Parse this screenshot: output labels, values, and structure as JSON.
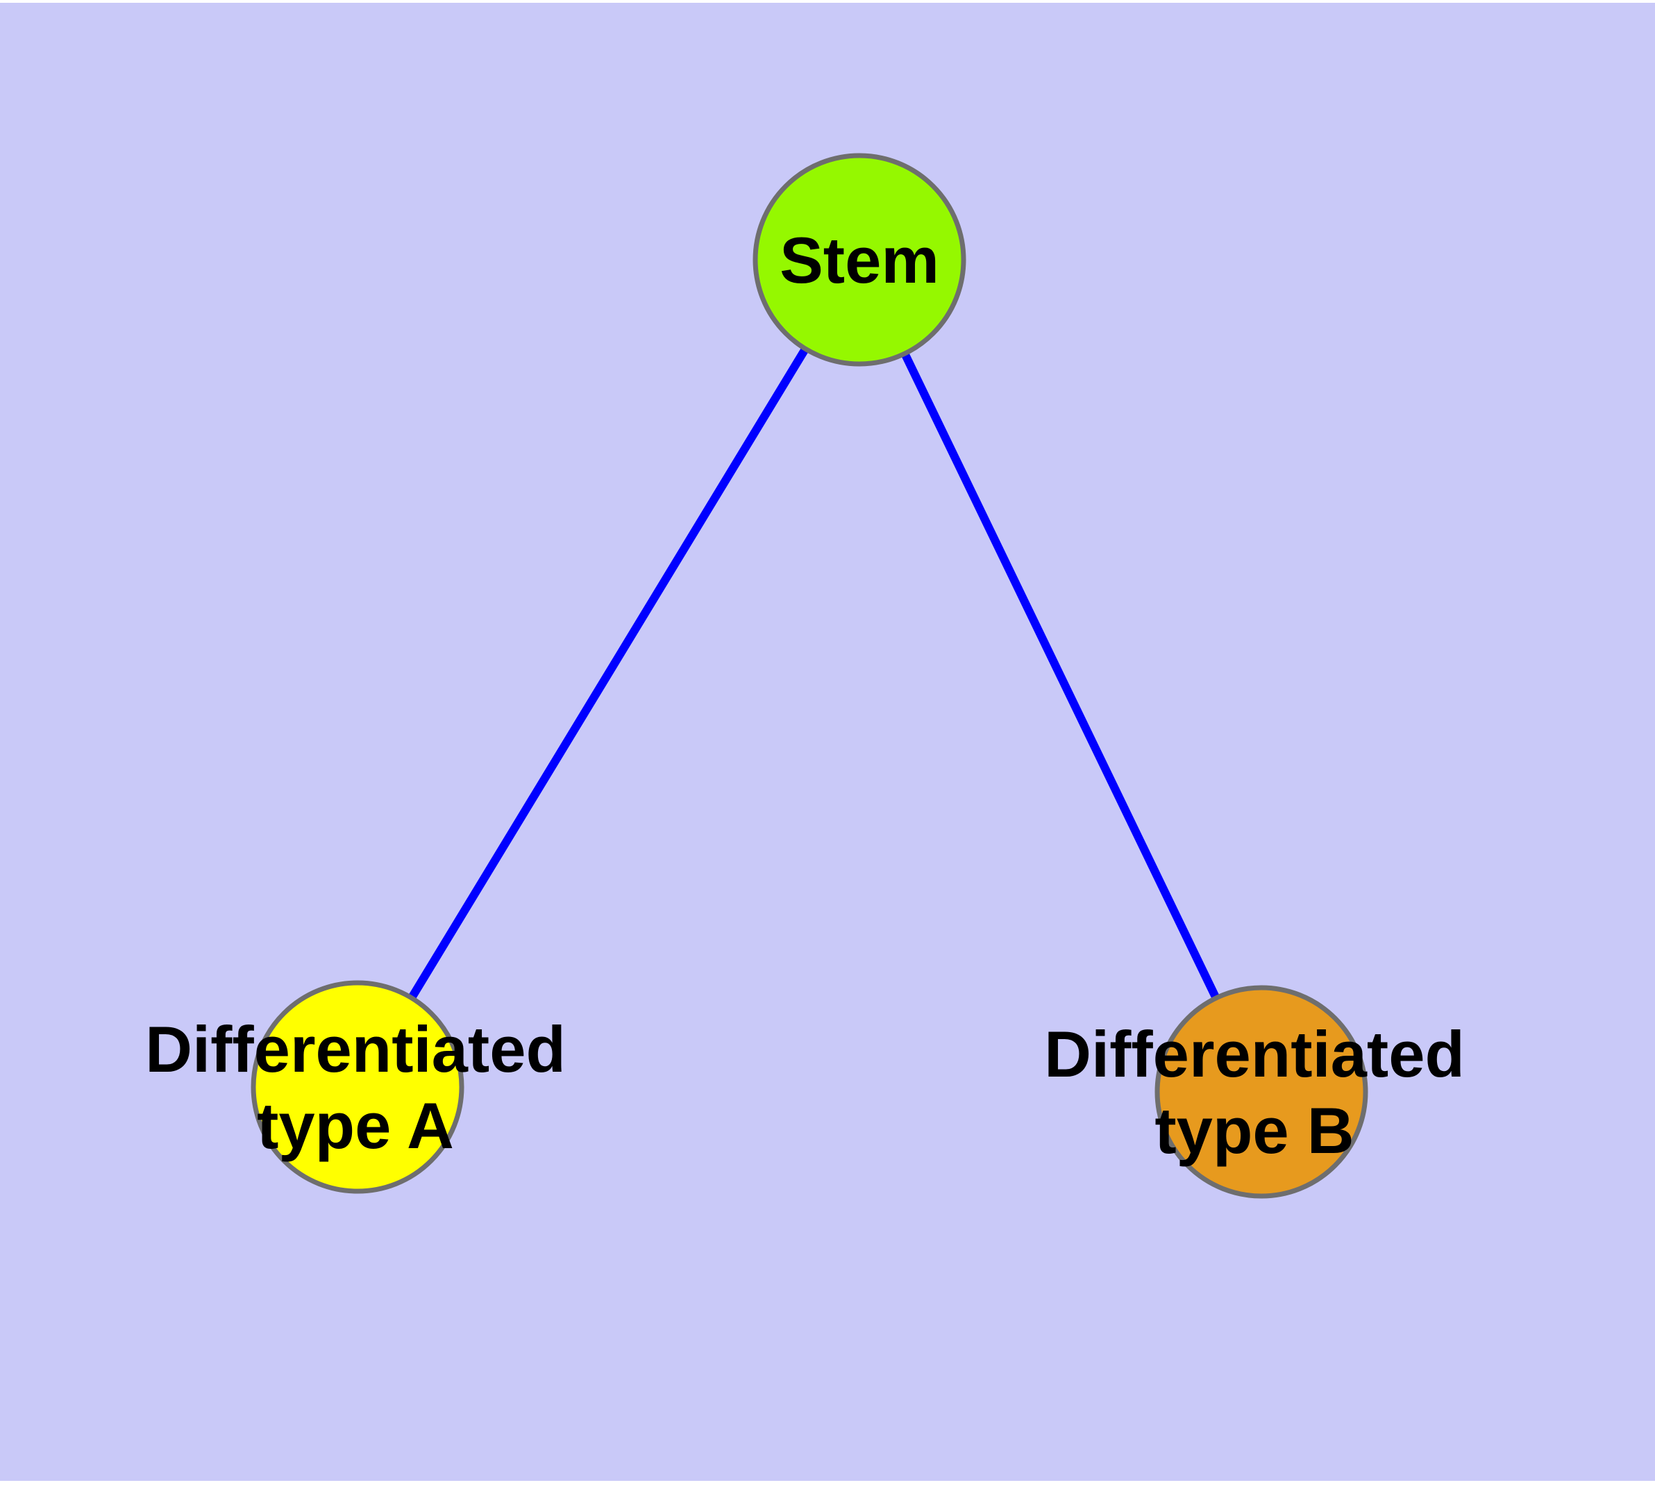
{
  "diagram": {
    "kind": "node-link-graph",
    "background_color": "#C9C9F8",
    "margin_color": "#FFFFFF",
    "edge_color": "#0000FF",
    "node_border_color": "#6E6E6E",
    "text_color": "#000000",
    "nodes": [
      {
        "id": "stem",
        "label": "Stem",
        "lines": [
          "Stem"
        ],
        "fill": "#95F800"
      },
      {
        "id": "differentiated-type-a",
        "label": "Differentiated type A",
        "lines": [
          "Differentiated",
          "type A"
        ],
        "fill": "#FFFF00"
      },
      {
        "id": "differentiated-type-b",
        "label": "Differentiated type B",
        "lines": [
          "Differentiated",
          "type B"
        ],
        "fill": "#E79A1E"
      }
    ],
    "edges": [
      {
        "from": "Stem",
        "to": "Differentiated type A"
      },
      {
        "from": "Stem",
        "to": "Differentiated type B"
      }
    ]
  }
}
